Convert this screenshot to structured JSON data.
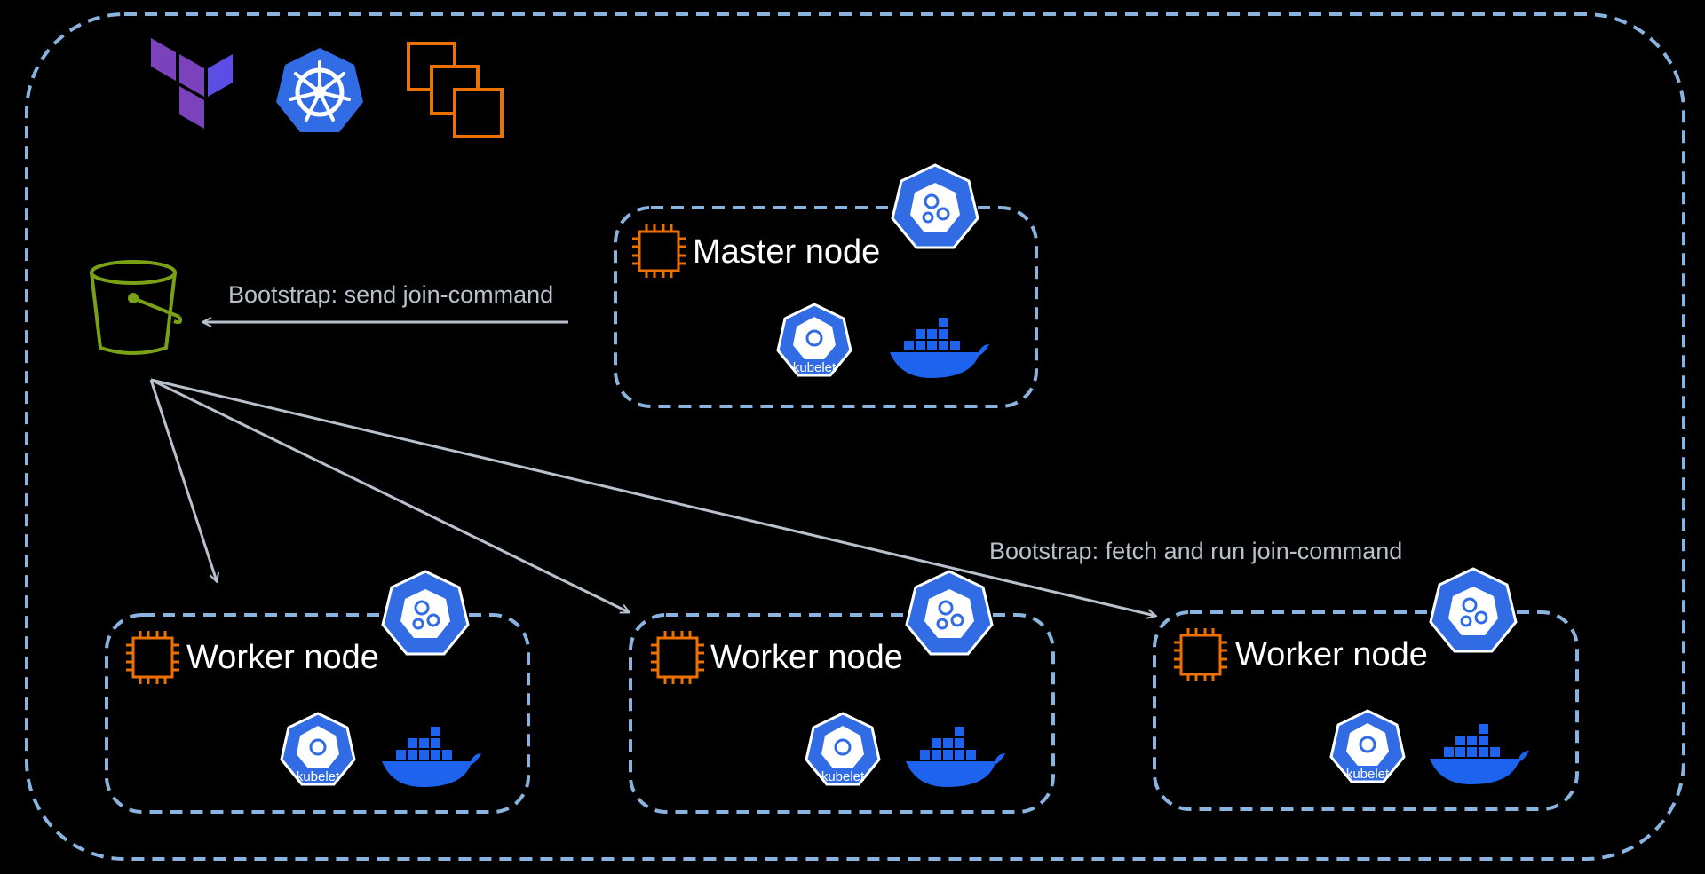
{
  "master": {
    "title": "Master node",
    "kubelet_label": "kubelet"
  },
  "workers": [
    {
      "title": "Worker node",
      "kubelet_label": "kubelet"
    },
    {
      "title": "Worker node",
      "kubelet_label": "kubelet"
    },
    {
      "title": "Worker node",
      "kubelet_label": "kubelet"
    }
  ],
  "edges": {
    "send": "Bootstrap: send join-command",
    "fetch": "Bootstrap: fetch and run join-command"
  },
  "icons": {
    "top_row": [
      "terraform-icon",
      "kubernetes-icon",
      "ec2-instances-icon"
    ],
    "storage": "s3-bucket-icon",
    "node_parts": [
      "ec2-chip-icon",
      "k8s-control-plane-icon",
      "kubelet-icon",
      "docker-icon"
    ]
  },
  "colors": {
    "background": "#000000",
    "dashed_border": "#8ab4e0",
    "terraform": "#7b42bc",
    "kubernetes": "#326ce5",
    "docker": "#1d63ed",
    "aws_compute": "#ed7100",
    "aws_storage": "#7aa116",
    "arrow": "#b8c1cc"
  }
}
